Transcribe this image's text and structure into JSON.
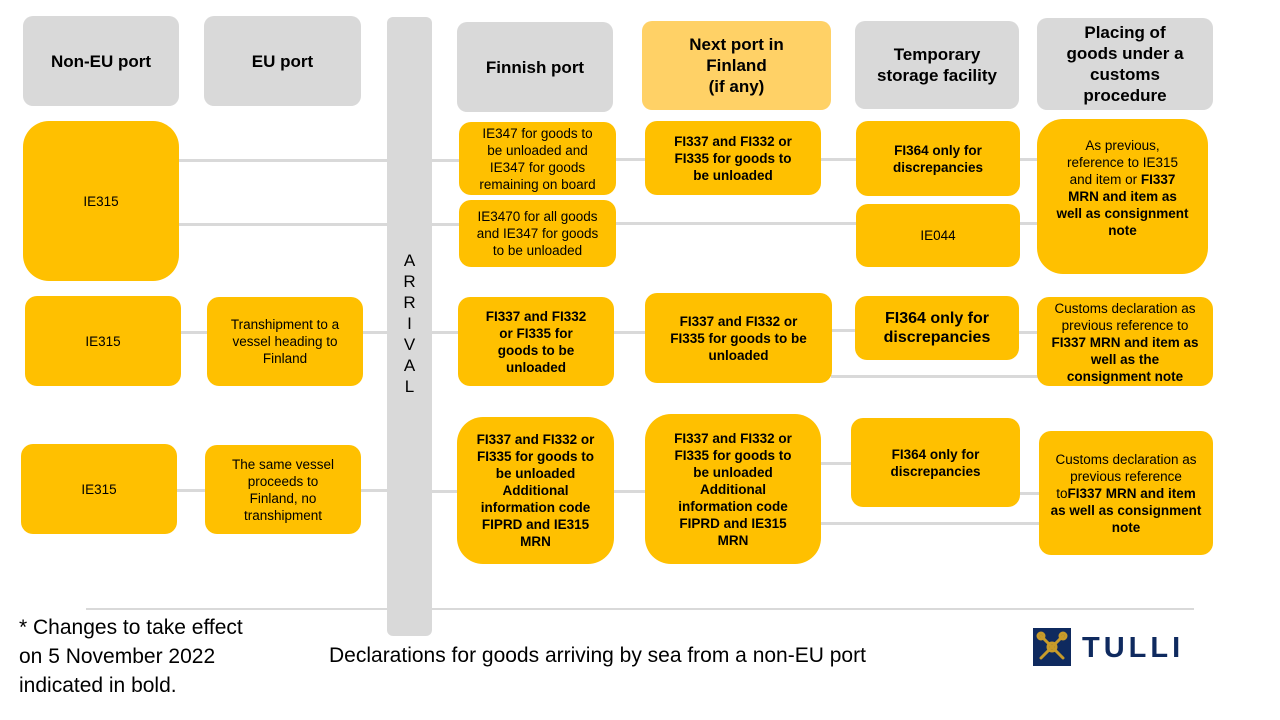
{
  "headers": {
    "non_eu_port": "Non-EU port",
    "eu_port": "EU port",
    "finnish_port": "Finnish port",
    "next_port": "Next port in\nFinland\n(if any)",
    "temp_storage": "Temporary\nstorage facility",
    "placing": "Placing of\ngoods under a\ncustoms\nprocedure"
  },
  "arrival_label": "A\nR\nR\nI\nV\nA\nL",
  "row1": {
    "non_eu": "IE315",
    "finnish_a": "IE347 for goods to be unloaded and IE347 for goods remaining on board",
    "finnish_b": "IE3470 for all goods and IE347 for goods to be unloaded",
    "next_port": "FI337 and FI332 or FI335 for goods to be unloaded",
    "temp_a": "FI364 only for discrepancies",
    "temp_b": "IE044",
    "placing_plain": "As previous, reference to IE315 and item or ",
    "placing_bold": "FI337 MRN and item as well as consignment note"
  },
  "row2": {
    "non_eu": "IE315",
    "eu": "Transhipment to a vessel heading to Finland",
    "finnish": "FI337 and FI332 or FI335 for goods to be unloaded",
    "next_port": "FI337 and FI332 or FI335 for goods to be unloaded",
    "temp": "FI364 only for discrepancies",
    "placing_plain": "Customs declaration as previous reference to ",
    "placing_bold": "FI337 MRN and item as well as the consignment note"
  },
  "row3": {
    "non_eu": "IE315",
    "eu": "The same vessel proceeds to Finland, no transhipment",
    "finnish": "FI337 and FI332 or FI335 for goods to be unloaded Additional information code FIPRD and IE315 MRN",
    "next_port": "FI337 and FI332 or FI335 for goods to be unloaded Additional information code FIPRD and IE315 MRN",
    "temp": "FI364 only for discrepancies",
    "placing_plain": "Customs declaration as previous reference to",
    "placing_bold": "FI337 MRN and item as well as consignment note"
  },
  "footnote": "* Changes to take effect\non 5 November 2022\nindicated in bold.",
  "caption": "Declarations for goods arriving by sea from a non-EU port",
  "logo_text": "TULLI",
  "colors": {
    "box": "#ffc000",
    "header": "#d9d9d9",
    "next_header": "#ffd166",
    "logo": "#0f2a5f"
  }
}
